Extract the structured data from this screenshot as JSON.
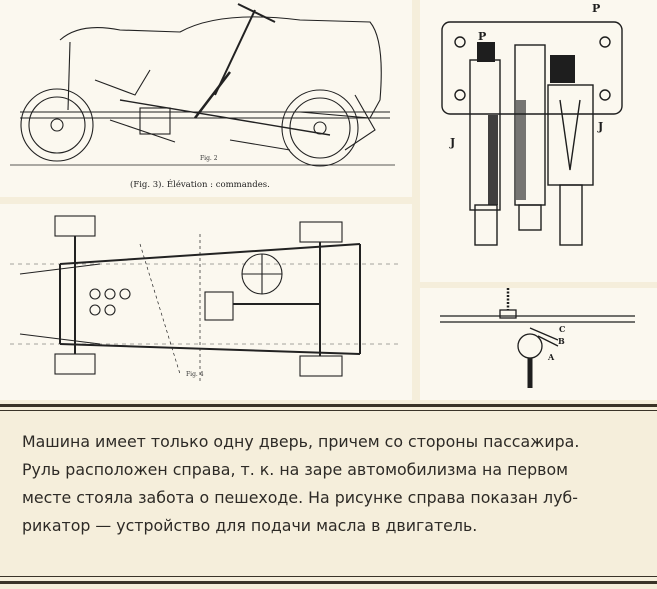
{
  "figures": {
    "elevation_caption": "(Fig. 3). Élévation : commandes.",
    "elevation_small_label": "Fig. 2",
    "plan_small_label": "Fig. 4",
    "lubricator_labels": {
      "p_left": "P",
      "p_right": "P",
      "j_left": "J",
      "j_right": "J"
    },
    "valve_labels": {
      "c": "C",
      "b": "B",
      "a": "A"
    }
  },
  "caption": {
    "lines": [
      "Машина имеет только одну дверь, причем со стороны пассажира.",
      "Руль расположен справа, т. к. на заре автомобилизма на первом",
      "месте стояла забота о пешеходе. На рисунке справа показан луб-",
      "рикатор — устройство для подачи масла в двигатель."
    ]
  },
  "colors": {
    "background": "#f5eedb",
    "panel": "#fbf8ef",
    "ink": "#1e1e1e",
    "rule": "#3a3328"
  }
}
